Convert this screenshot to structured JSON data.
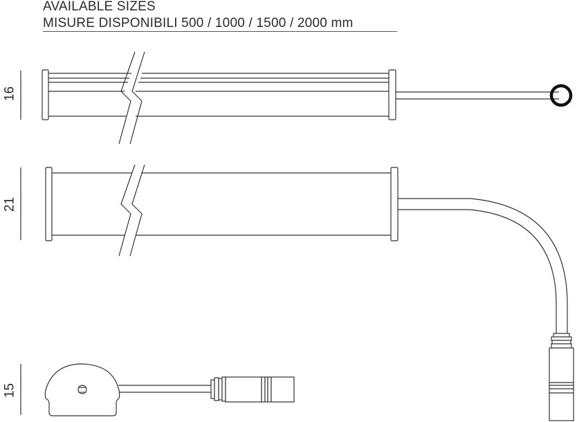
{
  "header": {
    "title_en": "AVAILABLE SIZES",
    "title_it": "MISURE DISPONIBILI 500 / 1000 / 1500 / 2000 mm"
  },
  "drawings": [
    {
      "id": "profile-16",
      "dimension_label": "16",
      "description": "LED profile side view with straight cable ending in round end-cap"
    },
    {
      "id": "profile-21",
      "dimension_label": "21",
      "description": "LED profile side view with curved cable and vertical connector"
    },
    {
      "id": "endcap-15",
      "dimension_label": "15",
      "description": "End cap cross-section with cable and horizontal connector"
    }
  ],
  "colors": {
    "line": "#333333",
    "background": "#ffffff",
    "ring": "#111111"
  }
}
